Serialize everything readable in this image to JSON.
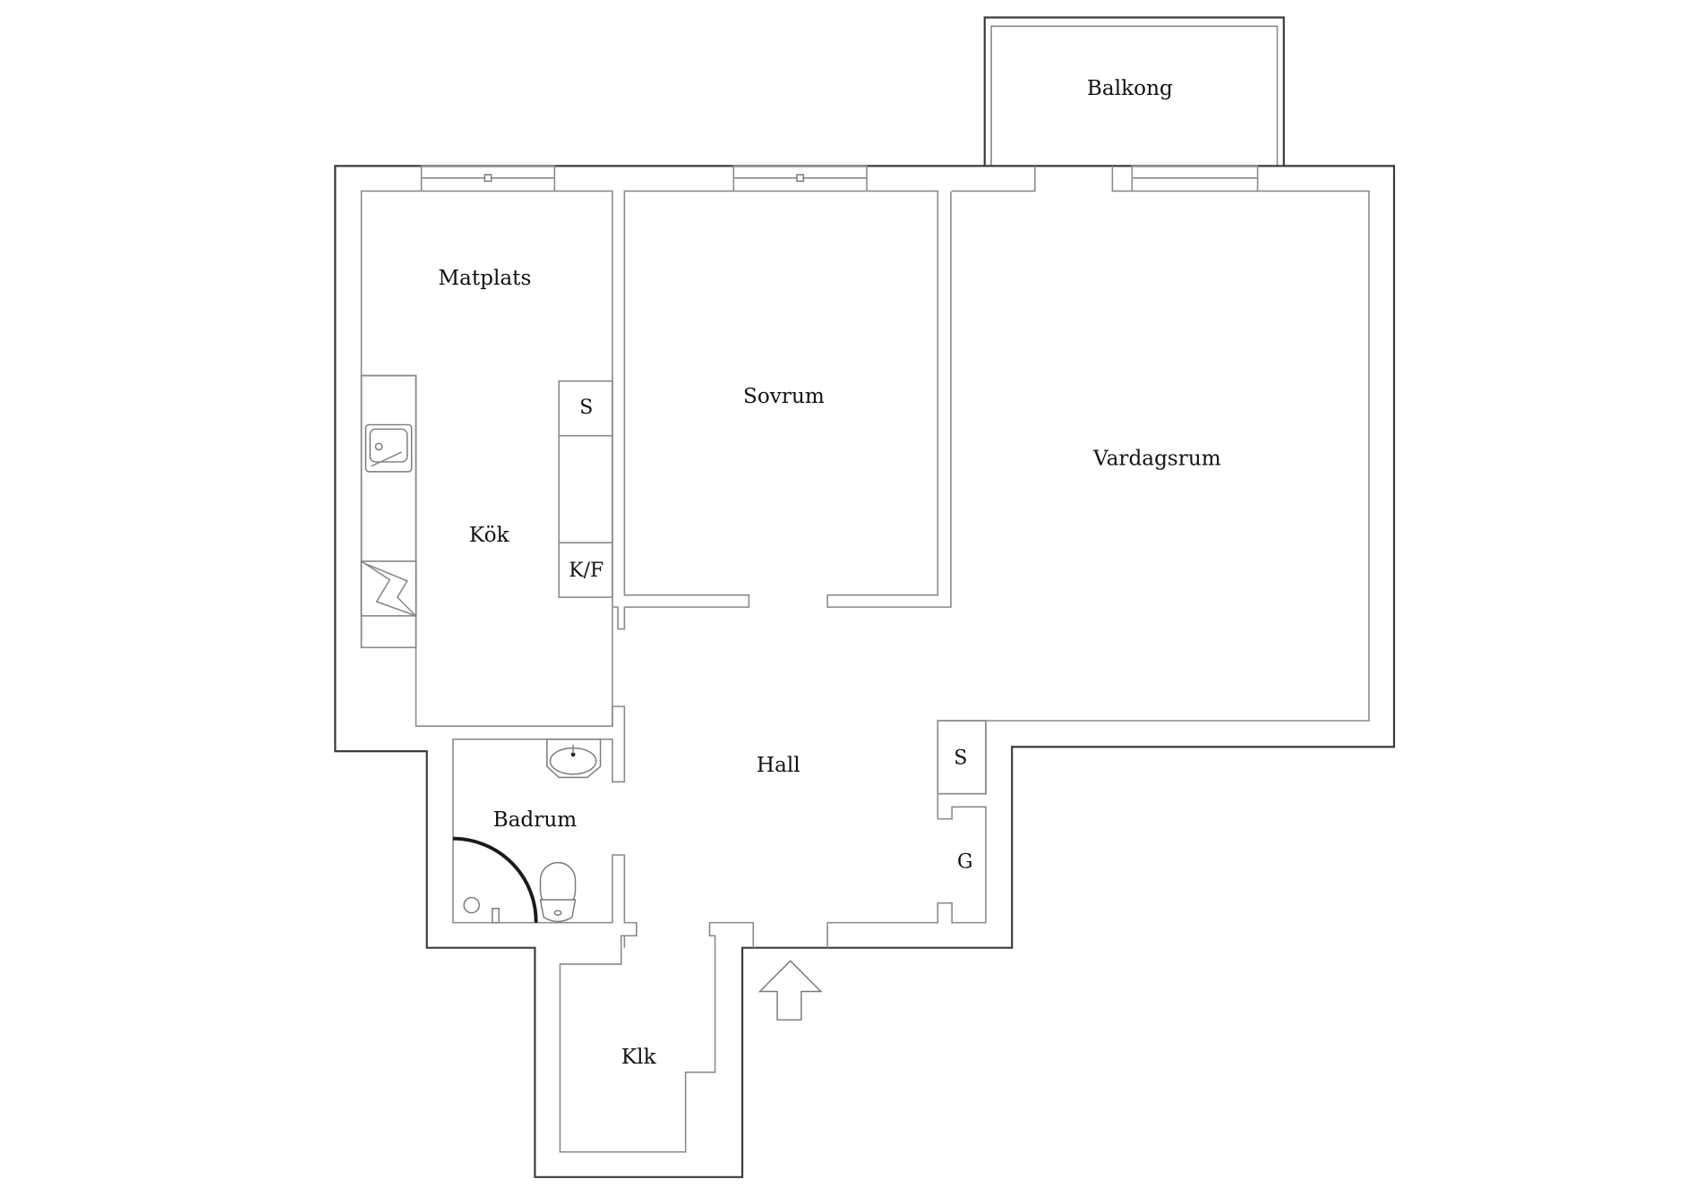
{
  "floorplan": {
    "rooms": {
      "balkong": "Balkong",
      "matplats": "Matplats",
      "sovrum": "Sovrum",
      "vardagsrum": "Vardagsrum",
      "kok": "Kök",
      "hall": "Hall",
      "badrum": "Badrum",
      "klk": "Klk"
    },
    "fixtures": {
      "kitchen_storage": "S",
      "fridge_freezer": "K/F",
      "hall_storage": "S",
      "wardrobe": "G"
    },
    "icons": [
      "sink-icon",
      "stove-icon",
      "washbasin-icon",
      "toilet-icon",
      "shower-icon",
      "entrance-arrow-icon",
      "window-icon"
    ],
    "colors": {
      "outer_wall": "#3c3c3c",
      "inner_wall": "#8a8a8a",
      "text": "#111111",
      "background": "#ffffff"
    }
  }
}
